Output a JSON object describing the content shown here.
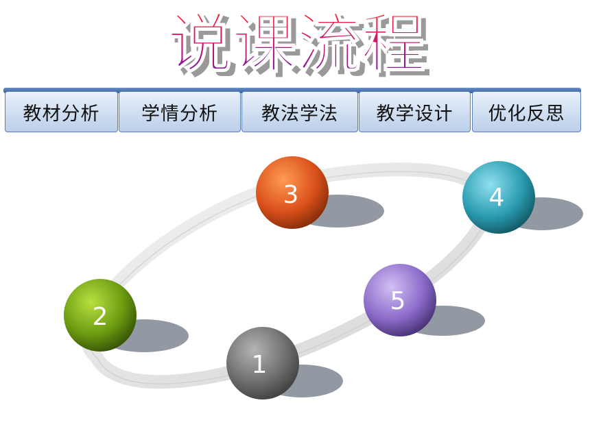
{
  "title": "说课流程",
  "tabs": [
    {
      "label": "教材分析"
    },
    {
      "label": "学情分析"
    },
    {
      "label": "教法学法"
    },
    {
      "label": "教学设计"
    },
    {
      "label": "优化反思"
    }
  ],
  "steps": [
    {
      "number": "1",
      "color": "#6e6e6e"
    },
    {
      "number": "2",
      "color": "#6a9a10"
    },
    {
      "number": "3",
      "color": "#d9501a"
    },
    {
      "number": "4",
      "color": "#2a9bb0"
    },
    {
      "number": "5",
      "color": "#8a6ac8"
    }
  ]
}
